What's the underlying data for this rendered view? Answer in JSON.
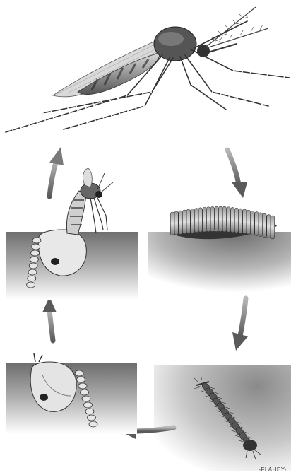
{
  "artist_signature": "-FLAHEY-",
  "stages": [
    {
      "id": "adult",
      "icon": "mosquito-adult-icon"
    },
    {
      "id": "eggs",
      "icon": "egg-raft-icon"
    },
    {
      "id": "larva",
      "icon": "larva-icon"
    },
    {
      "id": "pupa",
      "icon": "pupa-icon"
    },
    {
      "id": "emerging-adult",
      "icon": "emerging-adult-icon"
    }
  ],
  "colors": {
    "water_dark": "#6b6b6b",
    "water_light": "#f2f2f2",
    "arrow": "#7a7a7a",
    "ink": "#222222"
  }
}
